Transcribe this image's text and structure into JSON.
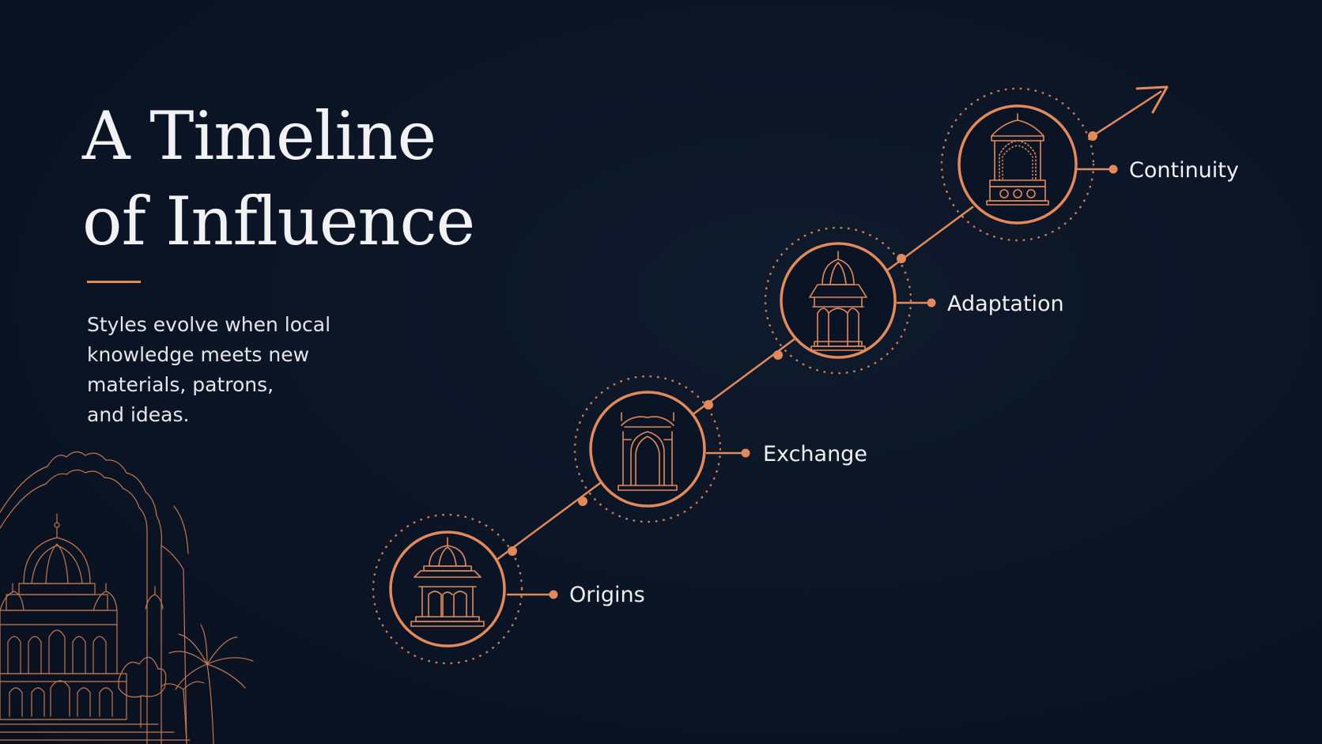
{
  "title": {
    "line1": "A Timeline",
    "line2": "of Influence"
  },
  "subtitle": {
    "line1": "Styles evolve when local",
    "line2": "knowledge meets new",
    "line3": "materials, patrons,",
    "line4": "and ideas."
  },
  "stages": [
    {
      "label": "Origins",
      "icon": "domed-pavilion-icon"
    },
    {
      "label": "Exchange",
      "icon": "arched-gateway-icon"
    },
    {
      "label": "Adaptation",
      "icon": "chhatri-kiosk-icon"
    },
    {
      "label": "Continuity",
      "icon": "jali-screen-icon"
    }
  ],
  "colors": {
    "background": "#0b1424",
    "accent": "#e28a5c",
    "text": "#f0f0f2"
  }
}
